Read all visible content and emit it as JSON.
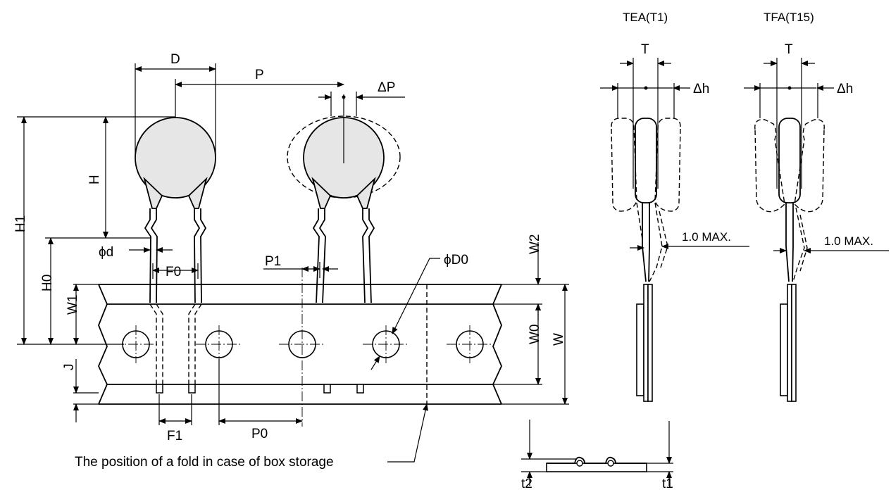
{
  "labels": {
    "D": "D",
    "P": "P",
    "dP": "ΔP",
    "H": "H",
    "H1": "H1",
    "H0": "H0",
    "W1": "W1",
    "phid": "ϕd",
    "F0": "F0",
    "P1": "P1",
    "phiD0": "ϕD0",
    "W2": "W2",
    "W0": "W0",
    "W": "W",
    "J": "J",
    "F1": "F1",
    "P0": "P0",
    "fold": "The position of a fold in case of box storage",
    "tea_title": "TEA(T1)",
    "tfa_title": "TFA(T15)",
    "T_left": "T",
    "T_right": "T",
    "dh_left": "Δh",
    "dh_right": "Δh",
    "max_left": "1.0  MAX.",
    "max_right": "1.0  MAX.",
    "t2": "t2",
    "t1": "t1"
  }
}
